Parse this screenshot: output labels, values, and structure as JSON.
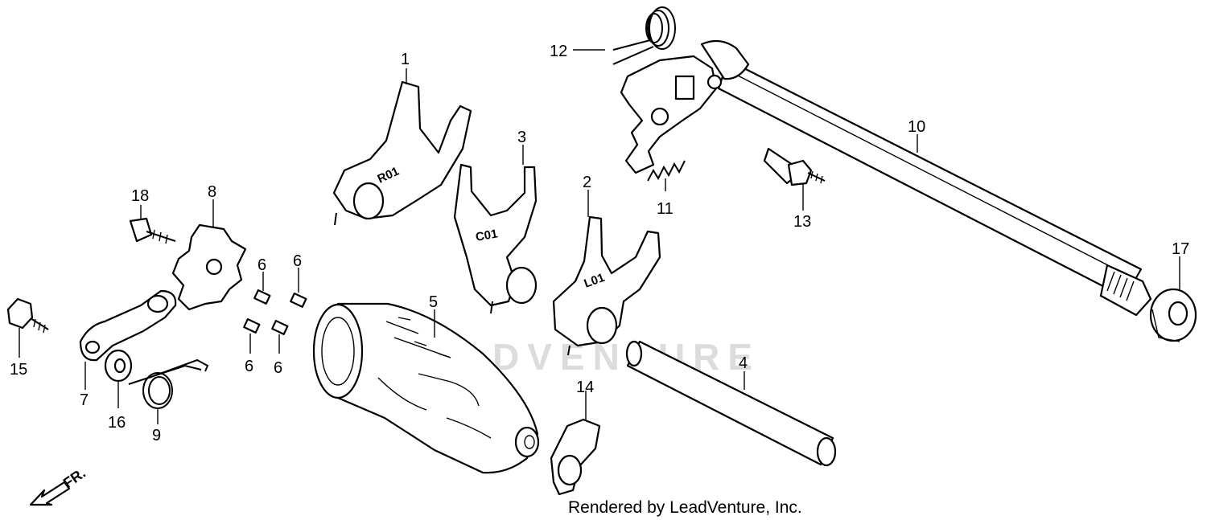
{
  "watermark": "LEADVENTURE",
  "credit": "Rendered by LeadVenture, Inc.",
  "direction_label": "FR.",
  "colors": {
    "line": "#000000",
    "background": "#ffffff",
    "watermark": "#dcdcdc"
  },
  "stamps": {
    "part1": "R01",
    "part3": "C01",
    "part2": "L01"
  },
  "callouts": {
    "c1": "1",
    "c2": "2",
    "c3": "3",
    "c4": "4",
    "c5": "5",
    "c6a": "6",
    "c6b": "6",
    "c6c": "6",
    "c6d": "6",
    "c7": "7",
    "c8": "8",
    "c9": "9",
    "c10": "10",
    "c11": "11",
    "c12": "12",
    "c13": "13",
    "c14": "14",
    "c15": "15",
    "c16": "16",
    "c17": "17",
    "c18": "18"
  }
}
